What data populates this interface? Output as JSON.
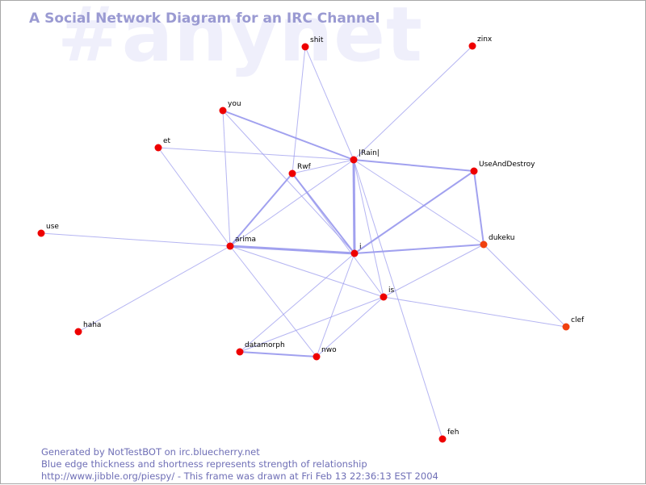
{
  "watermark": "#anynet",
  "title": "A Social Network Diagram for an IRC Channel",
  "footer": {
    "line1": "Generated by NotTestBOT on irc.bluecherry.net",
    "line2": "Blue edge thickness and shortness represents strength of relationship",
    "line3": "http://www.jibble.org/piespy/ - This frame was drawn at Fri Feb 13 22:36:13 EST 2004"
  },
  "colors": {
    "edge": "#9c9cee",
    "node_red": "#ee0000",
    "node_orange": "#f04010",
    "title": "#9a9ad2",
    "watermark": "#efeffb"
  },
  "nodes": [
    {
      "id": "shit",
      "label": "shit",
      "color": "red"
    },
    {
      "id": "zinx",
      "label": "zinx",
      "color": "red"
    },
    {
      "id": "you",
      "label": "you",
      "color": "red"
    },
    {
      "id": "et",
      "label": "et",
      "color": "red"
    },
    {
      "id": "rain",
      "label": "|Rain|",
      "color": "red"
    },
    {
      "id": "rwf",
      "label": "Rwf",
      "color": "red"
    },
    {
      "id": "uad",
      "label": "UseAndDestroy",
      "color": "red"
    },
    {
      "id": "use",
      "label": "use",
      "color": "red"
    },
    {
      "id": "arima",
      "label": "arima",
      "color": "red"
    },
    {
      "id": "i",
      "label": "i",
      "color": "red"
    },
    {
      "id": "dukeku",
      "label": "dukeku",
      "color": "orange"
    },
    {
      "id": "is",
      "label": "is",
      "color": "red"
    },
    {
      "id": "haha",
      "label": "haha",
      "color": "red"
    },
    {
      "id": "clef",
      "label": "clef",
      "color": "orange"
    },
    {
      "id": "datamorph",
      "label": "datamorph",
      "color": "red"
    },
    {
      "id": "nwo",
      "label": "nwo",
      "color": "red"
    },
    {
      "id": "feh",
      "label": "feh",
      "color": "red"
    }
  ],
  "edges": [
    {
      "source": "shit",
      "target": "rwf",
      "weight": 1
    },
    {
      "source": "shit",
      "target": "rain",
      "weight": 1
    },
    {
      "source": "zinx",
      "target": "rain",
      "weight": 1
    },
    {
      "source": "you",
      "target": "rain",
      "weight": 2
    },
    {
      "source": "you",
      "target": "arima",
      "weight": 1
    },
    {
      "source": "you",
      "target": "i",
      "weight": 1
    },
    {
      "source": "et",
      "target": "rain",
      "weight": 1
    },
    {
      "source": "et",
      "target": "arima",
      "weight": 1
    },
    {
      "source": "rwf",
      "target": "rain",
      "weight": 1
    },
    {
      "source": "rwf",
      "target": "arima",
      "weight": 2
    },
    {
      "source": "rwf",
      "target": "i",
      "weight": 2
    },
    {
      "source": "rwf",
      "target": "is",
      "weight": 1
    },
    {
      "source": "rain",
      "target": "uad",
      "weight": 2
    },
    {
      "source": "rain",
      "target": "i",
      "weight": 3
    },
    {
      "source": "rain",
      "target": "arima",
      "weight": 1
    },
    {
      "source": "rain",
      "target": "dukeku",
      "weight": 1
    },
    {
      "source": "rain",
      "target": "is",
      "weight": 1
    },
    {
      "source": "rain",
      "target": "feh",
      "weight": 1
    },
    {
      "source": "uad",
      "target": "i",
      "weight": 2
    },
    {
      "source": "uad",
      "target": "dukeku",
      "weight": 2
    },
    {
      "source": "use",
      "target": "arima",
      "weight": 1
    },
    {
      "source": "arima",
      "target": "i",
      "weight": 3
    },
    {
      "source": "arima",
      "target": "is",
      "weight": 1
    },
    {
      "source": "arima",
      "target": "nwo",
      "weight": 1
    },
    {
      "source": "arima",
      "target": "haha",
      "weight": 1
    },
    {
      "source": "i",
      "target": "dukeku",
      "weight": 2
    },
    {
      "source": "i",
      "target": "datamorph",
      "weight": 1
    },
    {
      "source": "i",
      "target": "nwo",
      "weight": 1
    },
    {
      "source": "dukeku",
      "target": "is",
      "weight": 1
    },
    {
      "source": "dukeku",
      "target": "clef",
      "weight": 1
    },
    {
      "source": "is",
      "target": "clef",
      "weight": 1
    },
    {
      "source": "is",
      "target": "nwo",
      "weight": 1
    },
    {
      "source": "is",
      "target": "datamorph",
      "weight": 1
    },
    {
      "source": "datamorph",
      "target": "nwo",
      "weight": 2
    }
  ]
}
